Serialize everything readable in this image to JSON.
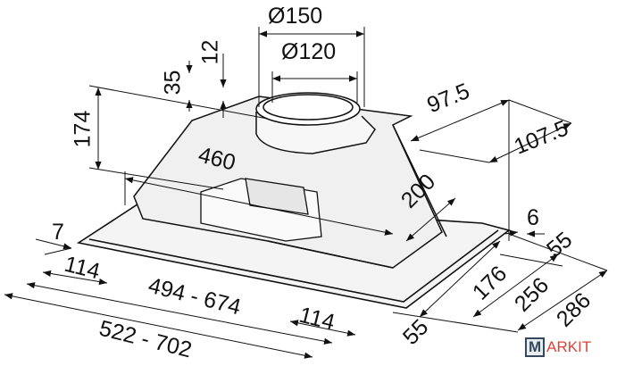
{
  "drawing": {
    "dimensions": {
      "dia_outer": "Ø150",
      "dia_inner": "Ø120",
      "d12": "12",
      "d35": "35",
      "d174": "174",
      "d460": "460",
      "d97_5": "97.5",
      "d107_5": "107.5",
      "d200": "200",
      "d7": "7",
      "d6": "6",
      "d55_right": "55",
      "d114_left": "114",
      "d494_674": "494 - 674",
      "d114_right": "114",
      "d522_702": "522 - 702",
      "d55_front": "55",
      "d176": "176",
      "d256": "256",
      "d286": "286"
    }
  },
  "watermark": {
    "first_letter": "M",
    "rest": "ARKIT"
  },
  "colors": {
    "line": "#111111",
    "logo_blue": "#34495e",
    "logo_red": "#d9453a"
  }
}
